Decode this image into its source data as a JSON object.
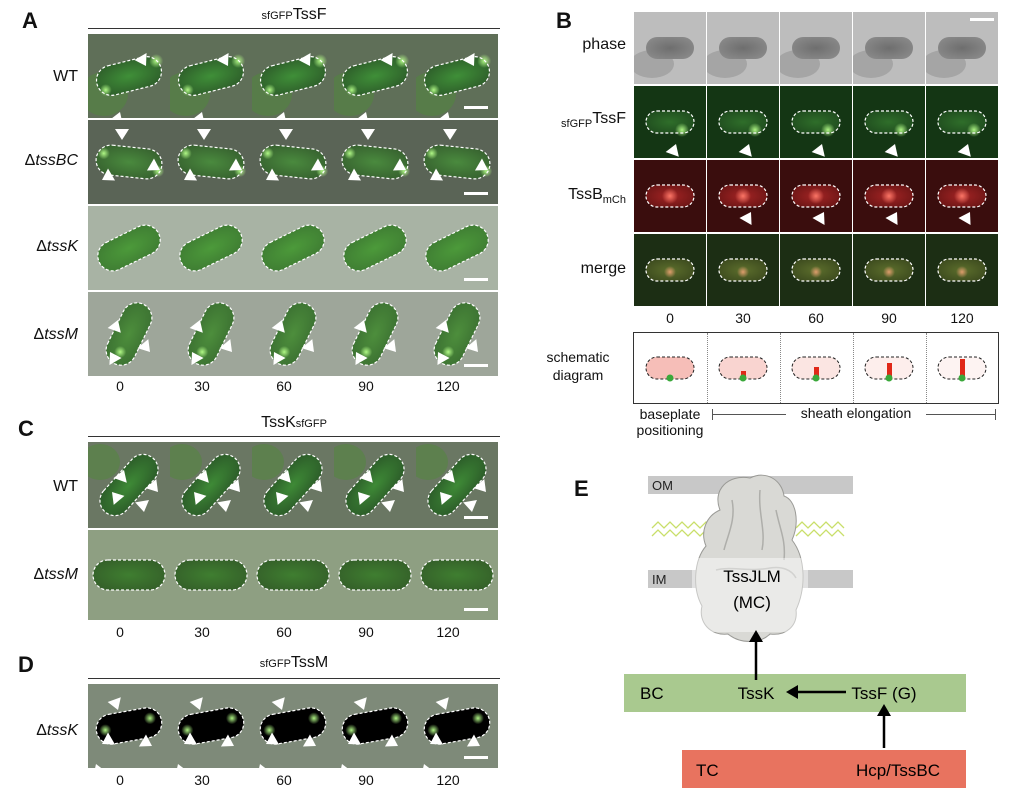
{
  "panels": {
    "A": {
      "letter": "A",
      "title_sub": "sfGFP",
      "title_main": "TssF",
      "rows": [
        {
          "pre": "",
          "gene": "WT",
          "italic": false
        },
        {
          "pre": "Δ",
          "gene": "tssBC",
          "italic": true
        },
        {
          "pre": "Δ",
          "gene": "tssK",
          "italic": true
        },
        {
          "pre": "Δ",
          "gene": "tssM",
          "italic": true
        }
      ],
      "timepoints": [
        "0",
        "30",
        "60",
        "90",
        "120"
      ]
    },
    "B": {
      "letter": "B",
      "rows": [
        "phase",
        "sfGFP TssF",
        "TssB mCh",
        "merge"
      ],
      "row_phase": "phase",
      "row_gfp_sub": "sfGFP",
      "row_gfp_main": "TssF",
      "row_mch_main": "TssB",
      "row_mch_sub": "mCh",
      "row_merge": "merge",
      "timepoints": [
        "0",
        "30",
        "60",
        "90",
        "120"
      ],
      "schematic_label_1": "schematic",
      "schematic_label_2": "diagram",
      "baseplate_1": "baseplate",
      "baseplate_2": "positioning",
      "sheath": "sheath elongation"
    },
    "C": {
      "letter": "C",
      "title_main": "TssK",
      "title_sub": "sfGFP",
      "rows": [
        {
          "pre": "",
          "gene": "WT",
          "italic": false
        },
        {
          "pre": "Δ",
          "gene": "tssM",
          "italic": true
        }
      ],
      "timepoints": [
        "0",
        "30",
        "60",
        "90",
        "120"
      ]
    },
    "D": {
      "letter": "D",
      "title_sub": "sfGFP",
      "title_main": "TssM",
      "rows": [
        {
          "pre": "Δ",
          "gene": "tssK",
          "italic": true
        }
      ],
      "timepoints": [
        "0",
        "30",
        "60",
        "90",
        "120"
      ]
    },
    "E": {
      "letter": "E",
      "om": "OM",
      "im": "IM",
      "mc_1": "TssJLM",
      "mc_2": "(MC)",
      "bc": "BC",
      "tssk": "TssK",
      "tssf": "TssF (G)",
      "tc": "TC",
      "hcp": "Hcp/TssBC",
      "colors": {
        "membrane": "#c8c8c8",
        "bc_bar": "#a9c98f",
        "tc_bar": "#e8735f",
        "lipid": "#c9df6a"
      }
    }
  }
}
